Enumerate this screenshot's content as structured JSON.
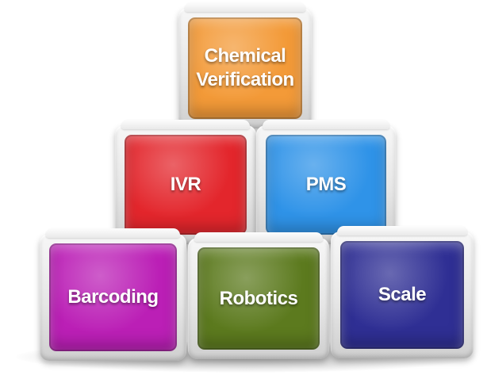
{
  "blocks": {
    "chemical_verification": {
      "label": "Chemical\nVerification",
      "color": "#f39a38"
    },
    "ivr": {
      "label": "IVR",
      "color": "#e3262c"
    },
    "pms": {
      "label": "PMS",
      "color": "#2f93e8"
    },
    "barcoding": {
      "label": "Barcoding",
      "color": "#bb1fb6"
    },
    "robotics": {
      "label": "Robotics",
      "color": "#5c7a1e"
    },
    "scale": {
      "label": "Scale",
      "color": "#2f2f94"
    }
  }
}
